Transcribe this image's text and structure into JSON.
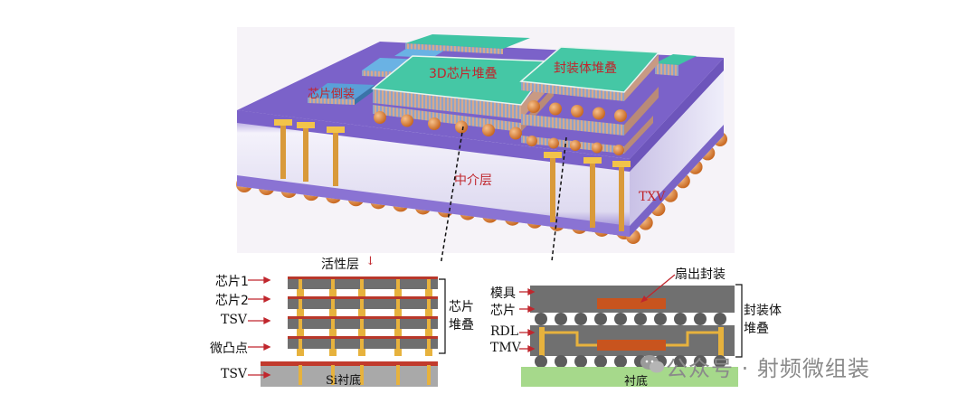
{
  "figure": {
    "top": {
      "label_3d_stack": "3D芯片堆叠",
      "label_pkg_stack": "封装体堆叠",
      "label_flip_chip": "芯片倒装",
      "label_interposer": "中介层",
      "label_txv": "TXV"
    },
    "left_detail": {
      "active_layer": "活性层",
      "chip1": "芯片1",
      "chip2": "芯片2",
      "tsv": "TSV",
      "microbump": "微凸点",
      "tsv_bottom": "TSV",
      "substrate": "Si衬底",
      "bracket_label": "芯片\n堆叠"
    },
    "right_detail": {
      "fanout": "扇出封装",
      "mold": "模具",
      "chip": "芯片",
      "rdl": "RDL",
      "tmv": "TMV",
      "substrate": "衬底",
      "bracket_label": "封装体\n堆叠"
    }
  },
  "watermark": {
    "text": "公众号 · 射频微组装"
  },
  "colors": {
    "interposer_top": "#7b62c9",
    "interposer_side": "#e9e6f4",
    "chip_green": "#2fb89a",
    "solder_ball": "#e08a3c",
    "via_gold": "#e7b23d",
    "gray_layer": "#6f6f6f",
    "active_red": "#b8372a",
    "substrate_green": "#a6d98b",
    "arrow_red": "#c0262d"
  }
}
